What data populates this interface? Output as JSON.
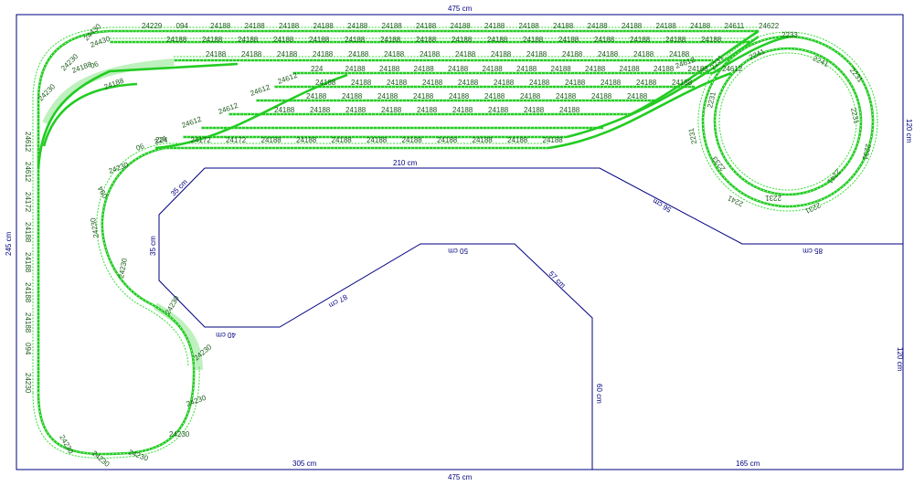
{
  "dimensions": {
    "top_width": "475 cm",
    "bottom_width": "475 cm",
    "left_height": "245 cm",
    "right_height": "120 cm",
    "right_upper": "120 cm",
    "inner_210": "210 cm",
    "inner_35a": "35 cm",
    "inner_35b": "35 cm",
    "inner_40": "40 cm",
    "inner_87": "87 cm",
    "inner_50": "50 cm",
    "inner_57": "57 cm",
    "inner_60": "60 cm",
    "inner_305": "305 cm",
    "inner_165": "165 cm",
    "inner_85": "85 cm",
    "inner_56": "56 cm"
  },
  "track_labels": {
    "row1": [
      "24229",
      "094",
      "24188",
      "24188",
      "24188",
      "24188",
      "24188",
      "24188",
      "24188",
      "24188",
      "24188",
      "24188",
      "24188",
      "24188",
      "24188",
      "24188",
      "24188",
      "24611",
      "24622"
    ],
    "row2": [
      "24188",
      "24188",
      "24188",
      "24188",
      "24188",
      "24188",
      "24188",
      "24188",
      "24188",
      "24188",
      "24188",
      "24188",
      "24188",
      "24188",
      "24188",
      "24188"
    ],
    "row3": [
      "24188",
      "24188",
      "24188",
      "24188",
      "24188",
      "24188",
      "24188",
      "24188",
      "24188",
      "24188",
      "24188",
      "24188",
      "24188",
      "24188"
    ],
    "row4": [
      "224",
      "24188",
      "24188",
      "24188",
      "24188",
      "24188",
      "24188",
      "24188",
      "24188",
      "24188",
      "24188",
      "24188",
      "24612"
    ],
    "row5": [
      "24188",
      "24188",
      "24188",
      "24188",
      "24188",
      "24188",
      "24188",
      "24188",
      "24188",
      "24188",
      "24188"
    ],
    "row6": [
      "24188",
      "24188",
      "24188",
      "24188",
      "24188",
      "24188",
      "24188",
      "24188",
      "24188",
      "24188"
    ],
    "row7": [
      "24188",
      "24188",
      "24188",
      "24188",
      "24188",
      "24188",
      "24188",
      "24188",
      "24188"
    ],
    "row8": [
      "224",
      "24172",
      "24172",
      "24188",
      "24188",
      "24188",
      "24188",
      "24188",
      "24188",
      "24188",
      "24188",
      "24188"
    ],
    "left_curve": [
      "24430",
      "24230",
      "24230",
      "24612",
      "24612",
      "24172",
      "24188",
      "24188",
      "24188",
      "24188",
      "094",
      "24230"
    ],
    "loop_bottom": [
      "24230",
      "24230",
      "24230",
      "24230",
      "24230",
      "24230",
      "24230",
      "24230",
      "24230",
      "094"
    ],
    "helix": [
      "2233",
      "2241",
      "2231",
      "2231",
      "2231",
      "2241",
      "2231",
      "2231",
      "2241",
      "2233",
      "2231",
      "2231",
      "2231",
      "2241"
    ],
    "misc": [
      "24430",
      "24188",
      "06",
      "24188",
      "24612",
      "24612",
      "24612",
      "24612",
      "06",
      "24230",
      "224",
      "24612"
    ]
  }
}
